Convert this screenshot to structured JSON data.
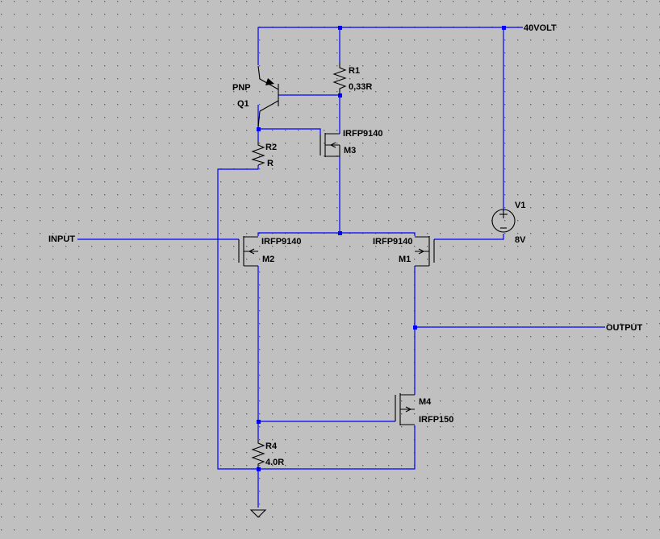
{
  "colors": {
    "background": "#c0c0c0",
    "grid_dot": "#5a5a5a",
    "wire": "#0000ff",
    "component": "#000000"
  },
  "components": {
    "q1": {
      "type_label": "PNP",
      "name": "Q1"
    },
    "r1": {
      "name": "R1",
      "value": "0,33R"
    },
    "r2": {
      "name": "R2",
      "value": "R"
    },
    "r4": {
      "name": "R4",
      "value": "4.0R"
    },
    "m1": {
      "model": "IRFP9140",
      "name": "M1"
    },
    "m2": {
      "model": "IRFP9140",
      "name": "M2"
    },
    "m3": {
      "model": "IRFP9140",
      "name": "M3"
    },
    "m4": {
      "name": "M4",
      "model": "IRFP150"
    },
    "v1": {
      "name": "V1",
      "value": "8V"
    }
  },
  "nets": {
    "supply": "40VOLT",
    "input": "INPUT",
    "output": "OUTPUT"
  },
  "icons": {
    "ground": "ground-icon",
    "voltage_source": "voltage-source-icon"
  }
}
